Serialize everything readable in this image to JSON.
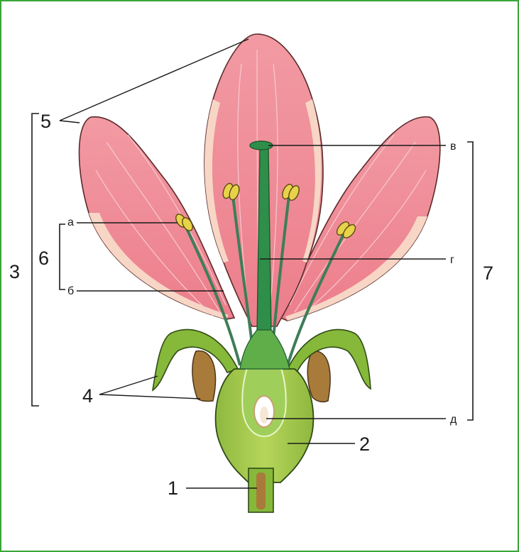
{
  "labels": {
    "n1": "1",
    "n2": "2",
    "n3": "3",
    "n4": "4",
    "n5": "5",
    "n6": "6",
    "n7": "7",
    "a": "а",
    "b": "б",
    "v": "в",
    "g": "г",
    "d": "д"
  },
  "colors": {
    "frame": "#3aa637",
    "petal": "#ef8f98",
    "petal_edge": "#f7d6c6",
    "pistil": "#2f8f4a",
    "receptacle": "#9cc24a",
    "sepal": "#86b83a",
    "anther": "#e8d24a",
    "filament": "#3f7d58",
    "bract_brown": "#a97b3a"
  }
}
